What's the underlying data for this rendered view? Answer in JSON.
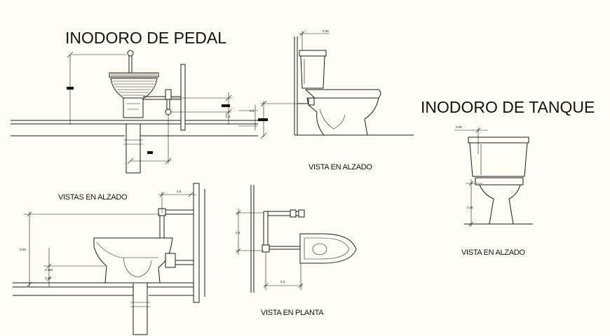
{
  "titles": {
    "pedal": "INODORO DE PEDAL",
    "tanque": "INODORO DE TANQUE"
  },
  "labels": {
    "vistas_alzado": "VISTAS EN ALZADO",
    "vista_alzado_center": "VISTA EN ALZADO",
    "vista_planta": "VISTA EN PLANTA",
    "vista_alzado_right": "VISTA EN ALZADO"
  },
  "dimensions": {
    "d_tank_top": "0.05",
    "d_center_side": "0.3",
    "d_right_top": "0.05",
    "d_right_side": "0.25",
    "d_bl_top": "0.5",
    "d_bl_side": "0.59",
    "d_bl_a": "0.184",
    "d_bl_b": "0.09",
    "d_plan_side": "0.3",
    "d_plan_bottom": "0.3",
    "d_ped_a": "0.3",
    "d_ped_b": "0.24"
  }
}
